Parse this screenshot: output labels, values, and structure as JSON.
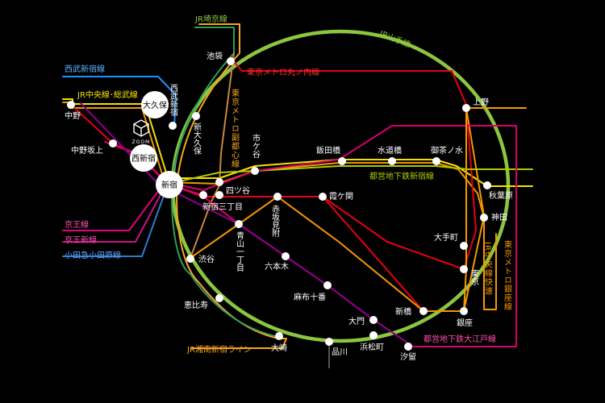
{
  "colors": {
    "background": "#000000",
    "yamanote": "#8cc63f",
    "saikyo": "#2e9e5b",
    "shonan": "#f6a623",
    "chuo": "#f6a623",
    "sobu": "#f6e100",
    "chuo_rapid": "#f39800",
    "marunouchi": "#e60012",
    "fukutoshin": "#a0522d",
    "ginza": "#f39800",
    "shinjuku_line": "#b3c800",
    "oedo": "#d7006e",
    "seibu": "#1e90ff",
    "keio": "#e4007f",
    "keio_new": "#c71585",
    "odakyu": "#2e7bcf",
    "purple": "#8b008b"
  },
  "lines": {
    "jr_saikyo": "JR埼京線",
    "jr_yamanote": "JR山手線",
    "seibu_shinjuku": "西武新宿線",
    "jr_chuo_sobu": "JR中央線･総武線",
    "metro_marunouchi": "東京メトロ丸ノ内線",
    "metro_fukutoshin": "東京メトロ副都心線",
    "toei_shinjuku": "都営地下鉄新宿線",
    "keio": "京王線",
    "keio_new": "京王新線",
    "odakyu": "小田急小田原線",
    "jr_chuo_rapid": "JR中央線快速",
    "metro_ginza": "東京メトロ銀座線",
    "toei_oedo": "都営地下鉄大江戸線",
    "jr_shonan": "JR湘南新宿ライン"
  },
  "stations": {
    "ikebukuro": "池袋",
    "ueno": "上野",
    "nakano": "中野",
    "okubo": "大久保",
    "seibu_shinjuku": "西武新宿",
    "shin_okubo": "新大久保",
    "nakano_sakaue": "中野坂上",
    "nishi_shinjuku": "西新宿",
    "shinjuku": "新宿",
    "ichigaya": "市ケ谷",
    "iidabashi": "飯田橋",
    "suidobashi": "水道橋",
    "ochanomizu": "御茶ノ水",
    "yotsuya": "四ツ谷",
    "shinjuku_sanchome": "新宿三丁目",
    "akasaka_mitsuke": "赤坂見附",
    "kasumigaseki": "霞ケ関",
    "akihabara": "秋葉原",
    "kanda": "神田",
    "aoyama_itchome": "青山一丁目",
    "otemachi": "大手町",
    "shibuya": "渋谷",
    "roppongi": "六本木",
    "tokyo": "東京",
    "azabu_juban": "麻布十番",
    "ebisu": "恵比寿",
    "shimbashi": "新橋",
    "ginza": "銀座",
    "daimon": "大門",
    "hamamatsucho": "浜松町",
    "osaki": "大崎",
    "shinagawa": "品川",
    "shiodome": "汐留"
  },
  "logo": {
    "icon": "zoom-cube-icon",
    "text": "ZOOM"
  }
}
